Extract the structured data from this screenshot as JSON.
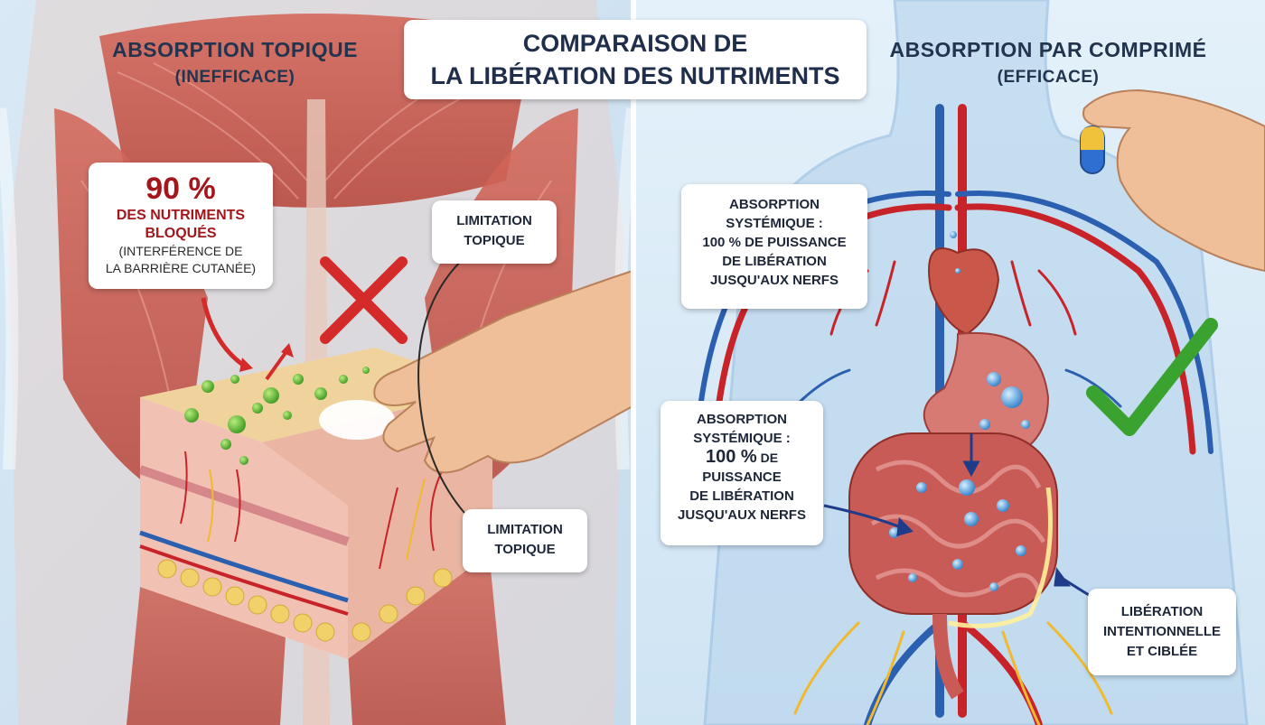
{
  "main_title": {
    "line1": "COMPARAISON DE",
    "line2": "LA LIBÉRATION DES NUTRIMENTS"
  },
  "left_panel": {
    "heading": "ABSORPTION TOPIQUE",
    "subheading": "(INEFFICACE)",
    "blocked_callout": {
      "percent": "90 %",
      "line1": "DES NUTRIMENTS",
      "line2": "BLOQUÉS",
      "line3": "(INTERFÉRENCE DE",
      "line4": "LA BARRIÈRE CUTANÉE)"
    },
    "limit_callout_top": {
      "line1": "LIMITATION",
      "line2": "TOPIQUE"
    },
    "limit_callout_bottom": {
      "line1": "LIMITATION",
      "line2": "TOPIQUE"
    }
  },
  "right_panel": {
    "heading": "ABSORPTION PAR COMPRIMÉ",
    "subheading": "(EFFICACE)",
    "systemic_callout_top": {
      "line1": "ABSORPTION",
      "line2": "SYSTÉMIQUE :",
      "line3": "100 % DE PUISSANCE",
      "line4": "DE LIBÉRATION",
      "line5": "JUSQU'AUX NERFS"
    },
    "systemic_callout_bottom": {
      "line1": "ABSORPTION",
      "line2": "SYSTÉMIQUE :",
      "line3_big": "100 %",
      "line3_small": " DE",
      "line4": "PUISSANCE",
      "line5": "DE LIBÉRATION",
      "line6": "JUSQU'AUX NERFS"
    },
    "release_callout": {
      "line1": "LIBÉRATION",
      "line2": "INTENTIONNELLE",
      "line3": "ET CIBLÉE"
    }
  },
  "colors": {
    "muscle": "#c8574a",
    "skin": "#f1c9a8",
    "blocked_red": "#a3161b",
    "check_green": "#3aa22f",
    "artery_red": "#c9232a",
    "vein_blue": "#2b5fb0",
    "heading_navy": "#23344f"
  }
}
